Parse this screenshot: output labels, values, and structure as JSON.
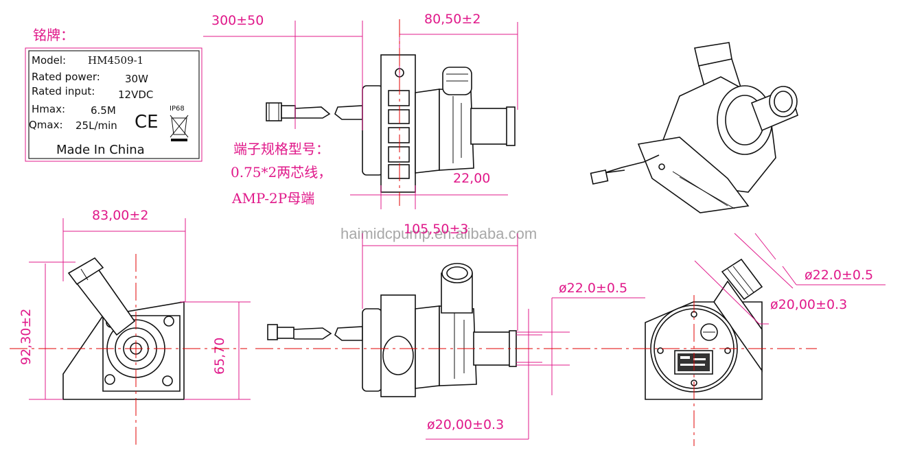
{
  "nameplate": {
    "heading": "铭牌：",
    "model_label": "Model:",
    "model_value": "HM4509-1",
    "power_label": "Rated power:",
    "power_value": "30W",
    "input_label": "Rated input:",
    "input_value": "12VDC",
    "hmax_label": "Hmax:",
    "hmax_value": "6.5M",
    "qmax_label": "Qmax:",
    "qmax_value": "25L/min",
    "ce_mark": "CE",
    "ip_rating": "IP68",
    "origin": "Made In China"
  },
  "terminal_note": {
    "line1": "端子规格型号：",
    "line2": "0.75*2两芯线，",
    "line3": "AMP-2P母端"
  },
  "dimensions": {
    "cable_length": "300±50",
    "top_body_length": "80,50±2",
    "inlet_offset": "22,00",
    "front_width": "83,00±2",
    "front_height": "92,30±2",
    "front_mount_height": "65,70",
    "side_length": "105,50±3",
    "outlet_outer_dia": "ø22.0±0.5",
    "outlet_inner_dia": "ø20,00±0.3",
    "inlet_outer_dia": "ø22.0±0.5",
    "inlet_inner_dia": "ø20,00±0.3"
  },
  "watermark": "haimidcpump.en.alibaba.com",
  "colors": {
    "dimension": "#e0198a",
    "centerline": "#e00000",
    "outline": "#111111"
  }
}
